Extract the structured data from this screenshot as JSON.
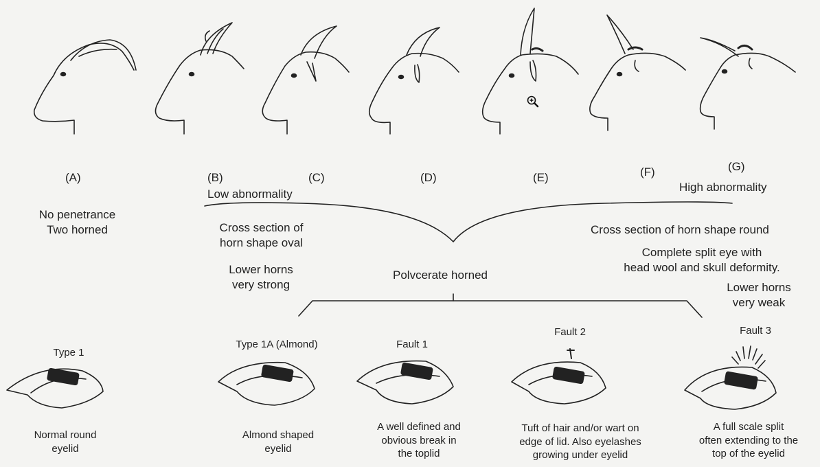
{
  "heads": {
    "A": "(A)",
    "B": "(B)",
    "C": "(C)",
    "D": "(D)",
    "E": "(E)",
    "F": "(F)",
    "G": "(G)"
  },
  "text": {
    "low": "Low abnormality",
    "high": "High abnormality",
    "no_penetrance": "No penetrance",
    "two_horned": "Two horned",
    "cross_oval_1": "Cross section of",
    "cross_oval_2": "horn shape oval",
    "cross_round": "Cross section of horn shape round",
    "split_eye_1": "Complete split eye with",
    "split_eye_2": "head wool and skull deformity.",
    "lower_strong_1": "Lower horns",
    "lower_strong_2": "very strong",
    "polycerate": "Polvcerate horned",
    "lower_weak_1": "Lower horns",
    "lower_weak_2": "very weak"
  },
  "eyes": [
    {
      "title": "Type 1",
      "d1": "Normal round",
      "d2": "eyelid",
      "d3": ""
    },
    {
      "title": "Type 1A (Almond)",
      "d1": "Almond shaped",
      "d2": "eyelid",
      "d3": ""
    },
    {
      "title": "Fault 1",
      "d1": "A well defined and",
      "d2": "obvious break in",
      "d3": "the toplid"
    },
    {
      "title": "Fault 2",
      "d1": "Tuft of hair and/or wart on",
      "d2": "edge of lid. Also eyelashes",
      "d3": "growing under eyelid"
    },
    {
      "title": "Fault 3",
      "d1": "A full scale split",
      "d2": "often extending to the",
      "d3": "top of the eyelid"
    }
  ],
  "icons": {
    "zoom": "zoom-in-icon"
  }
}
